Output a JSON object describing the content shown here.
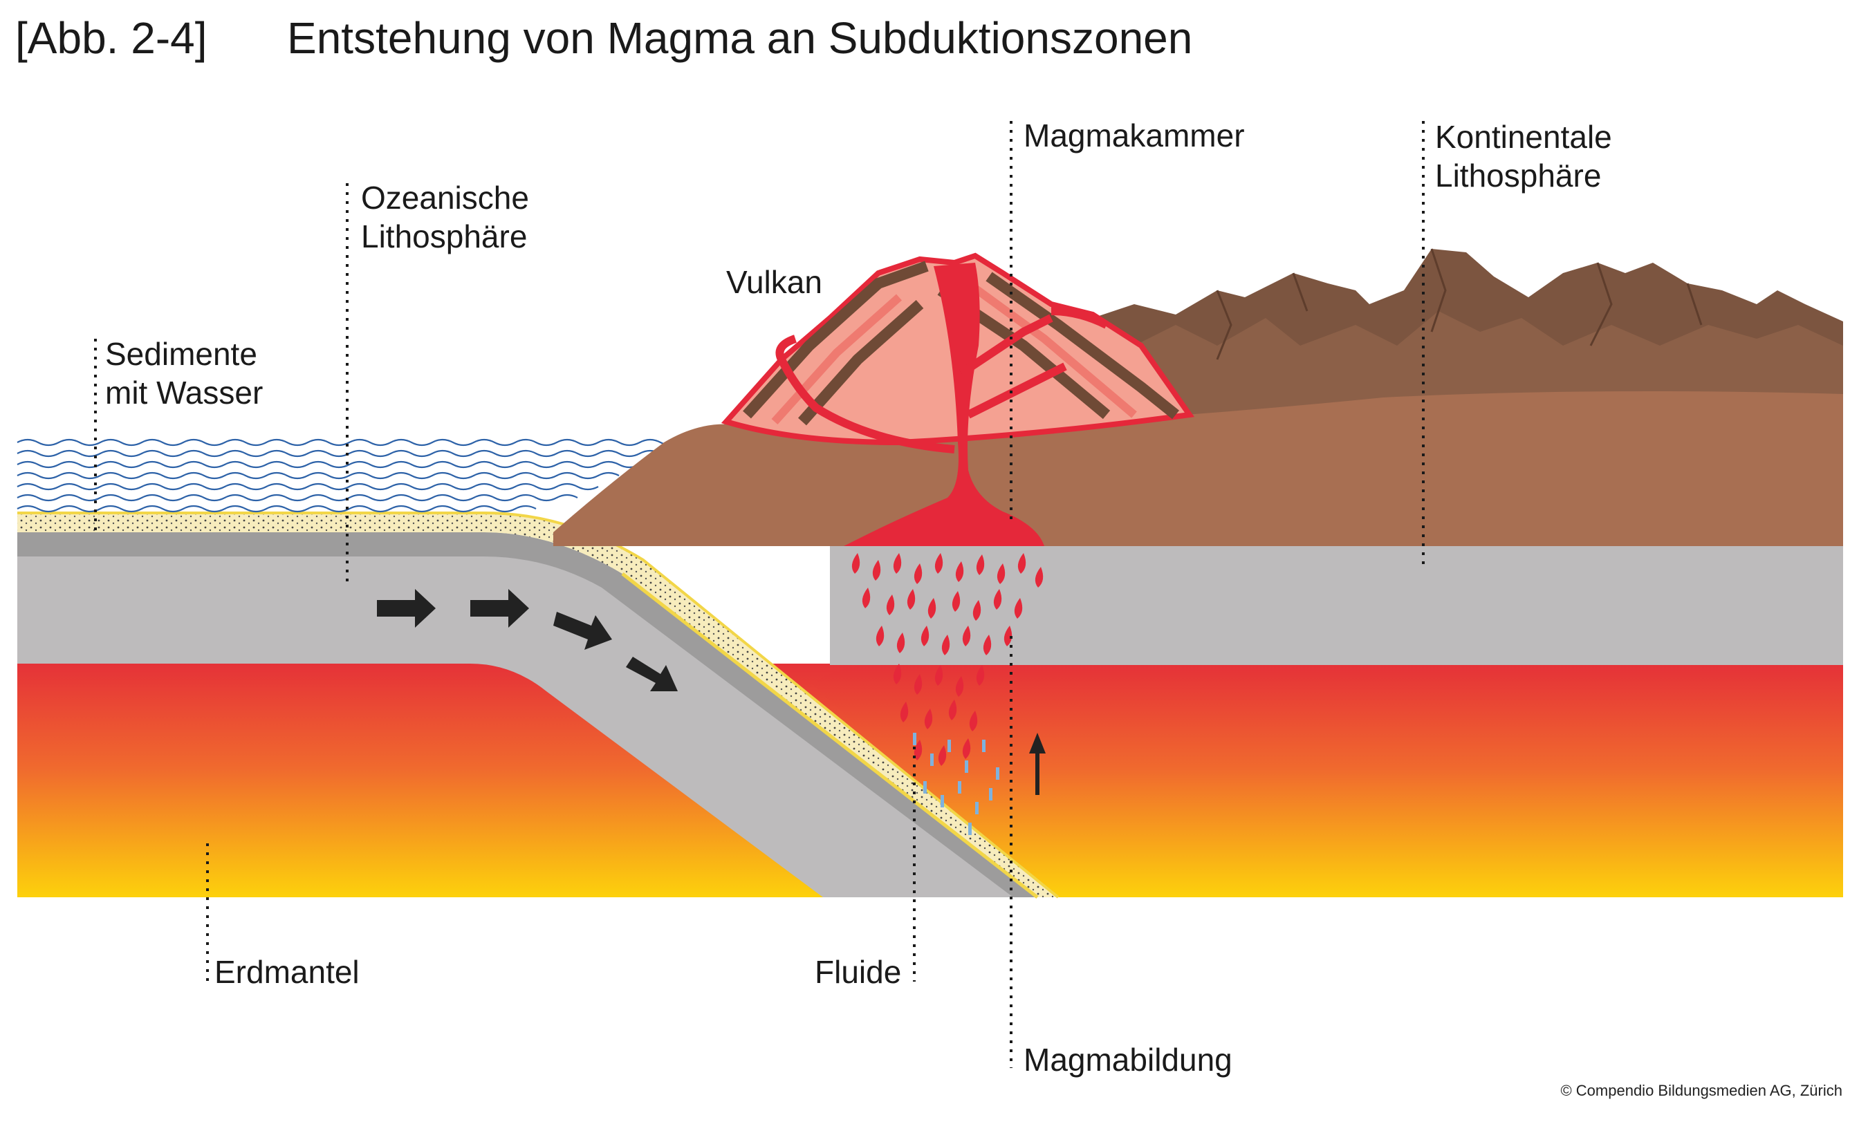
{
  "figure": {
    "number": "[Abb. 2-4]",
    "title": "Entstehung von Magma an Subduktionszonen"
  },
  "labels": {
    "sedimente": [
      "Sedimente",
      "mit Wasser"
    ],
    "ozeanische": [
      "Ozeanische",
      "Lithosphäre"
    ],
    "vulkan": "Vulkan",
    "magmakammer": "Magmakammer",
    "kontinentale": [
      "Kontinentale",
      "Lithosphäre"
    ],
    "erdmantel": "Erdmantel",
    "fluide": "Fluide",
    "magmabildung": "Magmabildung"
  },
  "copyright": "© Compendio Bildungsmedien AG, Zürich",
  "colors": {
    "mantle_top": "#e53238",
    "mantle_bottom": "#fdd10c",
    "lithosphere": "#bdbbbc",
    "slab_dark": "#9d9c9c",
    "sediment": "#f7ecbd",
    "water_line": "#2d62a8",
    "continent": "#a86f52",
    "mountains": "#7c5540",
    "magma": "#e5283a",
    "volcano_layer": "#f1887e",
    "arrow": "#222222"
  }
}
